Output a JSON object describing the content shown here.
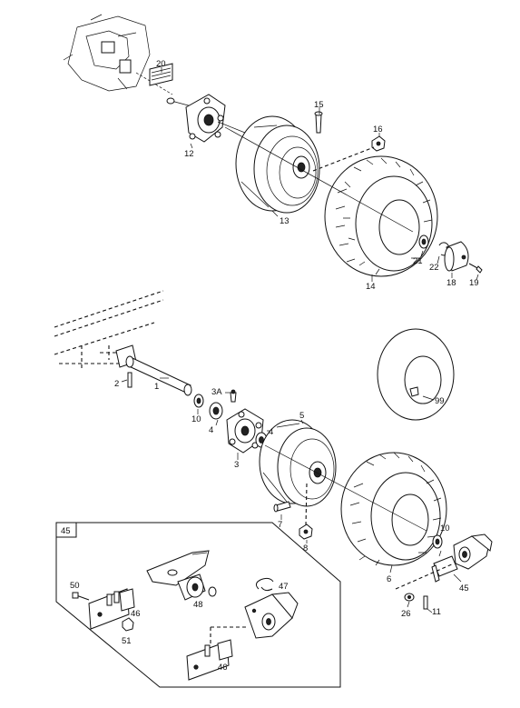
{
  "diagram": {
    "callouts": {
      "c1": "1",
      "c2": "2",
      "c3": "3",
      "c3a": "3A",
      "c4a": "4",
      "c4b": "4",
      "c5": "5",
      "c6": "6",
      "c7": "7",
      "c8": "8",
      "c10a": "10",
      "c10b": "10",
      "c11": "11",
      "c12": "12",
      "c13": "13",
      "c14": "14",
      "c15": "15",
      "c16": "16",
      "c18": "18",
      "c19": "19",
      "c20": "20",
      "c21": "21",
      "c22": "22",
      "c26": "26",
      "c45": "45",
      "c46a": "46",
      "c46b": "46",
      "c47": "47",
      "c48": "48",
      "c50": "50",
      "c51": "51",
      "c99": "99"
    },
    "inset": {
      "box_label": "45"
    }
  }
}
